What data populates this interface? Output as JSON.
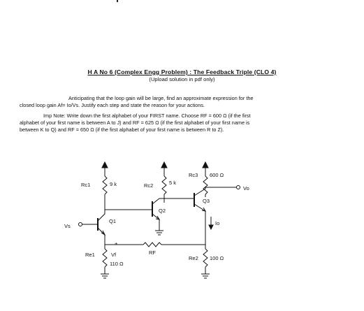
{
  "document": {
    "title": "H A No 6 (Complex Engg Problem) : The Feedback Triple (CLO 4)",
    "subtitle": "(Upload solution in pdf only)",
    "paragraph1": [
      "Anticipating that the loop gain will be large, find an approximate expression for the",
      "closed loop gain Af= Io/Vs. Justify each step and state the reason for your actions."
    ],
    "paragraph2": [
      "Imp Note: Write down the first alphabet of your FIRST name. Choose RF = 600 Ω (if the first",
      "alphabet of your first name is between A to J) and RF = 625 Ω (if the first alphabet of your first name is",
      "between K to Q) and RF = 650 Ω (if the first alphabet of your first name is between R to Z)."
    ]
  },
  "circuit": {
    "labels": {
      "rc1": "Rc1",
      "rc1_value": "9 k",
      "rc2": "Rc2",
      "rc2_value": "5 k",
      "rc3": "Rc3",
      "rc3_value": "600 Ω",
      "re1": "Re1",
      "re2": "Re2",
      "re2_value": "100 Ω",
      "rf": "RF",
      "q1": "Q1",
      "q2": "Q2",
      "q3": "Q3",
      "vs": "Vs",
      "vo": "Vo",
      "io": "Io",
      "vf": "Vf",
      "plus": "+",
      "vf_value": "110 Ω"
    }
  }
}
